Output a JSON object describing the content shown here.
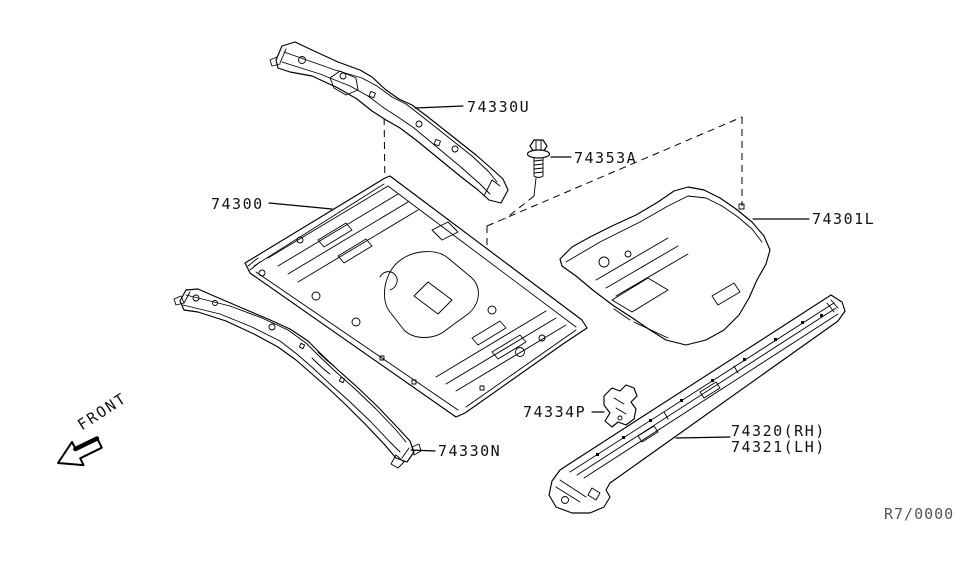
{
  "labels": {
    "p74330U": "74330U",
    "p74353A": "74353A",
    "p74300": "74300",
    "p74301L": "74301L",
    "p74334P": "74334P",
    "p74330N": "74330N",
    "p74320": "74320(RH)",
    "p74321": "74321(LH)"
  },
  "orientation": {
    "front_label": "FRONT"
  },
  "footer": {
    "code": "R7/0000"
  },
  "colors": {
    "line": "#000000",
    "background": "#ffffff",
    "footer_text": "#555555"
  },
  "icons": {
    "front_arrow": "front-direction-arrow",
    "bolt": "hex-flange-bolt-icon"
  }
}
